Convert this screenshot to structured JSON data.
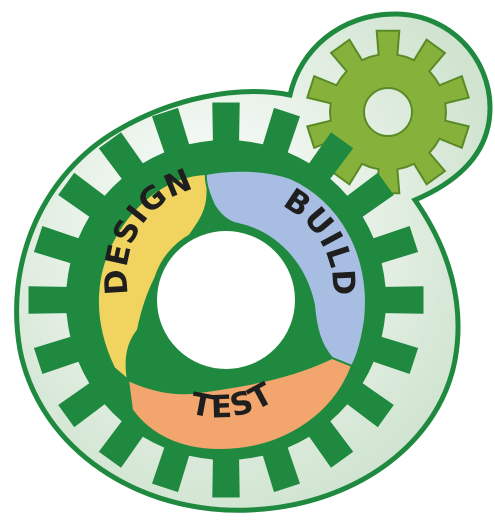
{
  "diagram": {
    "stages": [
      {
        "label": "DESIGN",
        "color": "#f1d35f"
      },
      {
        "label": "BUILD",
        "color": "#a8bde2"
      },
      {
        "label": "TEST",
        "color": "#f2a56d"
      }
    ],
    "colors": {
      "background_gradient_light": "#ffffff",
      "background_gradient_dark": "#cfe3cf",
      "outline": "#1f8a3f",
      "big_gear": "#1f8a3f",
      "small_gear": "#86b23c",
      "hub": "#ffffff"
    },
    "big_gear_teeth": 20,
    "small_gear_teeth": 10
  }
}
